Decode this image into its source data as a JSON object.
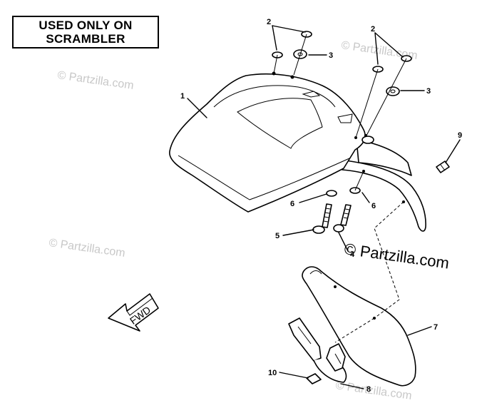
{
  "note": {
    "line1": "USED ONLY ON",
    "line2": "SCRAMBLER"
  },
  "watermarks": {
    "site": "© Partzilla.com",
    "site_main": "© Partzilla.com"
  },
  "callouts": {
    "c1": "1",
    "c2a": "2",
    "c2b": "2",
    "c3a": "3",
    "c3b": "3",
    "c4": "4",
    "c5": "5",
    "c6a": "6",
    "c6b": "6",
    "c7": "7",
    "c8": "8",
    "c9": "9",
    "c10": "10"
  },
  "fwd_arrow": {
    "label": "FWD"
  }
}
